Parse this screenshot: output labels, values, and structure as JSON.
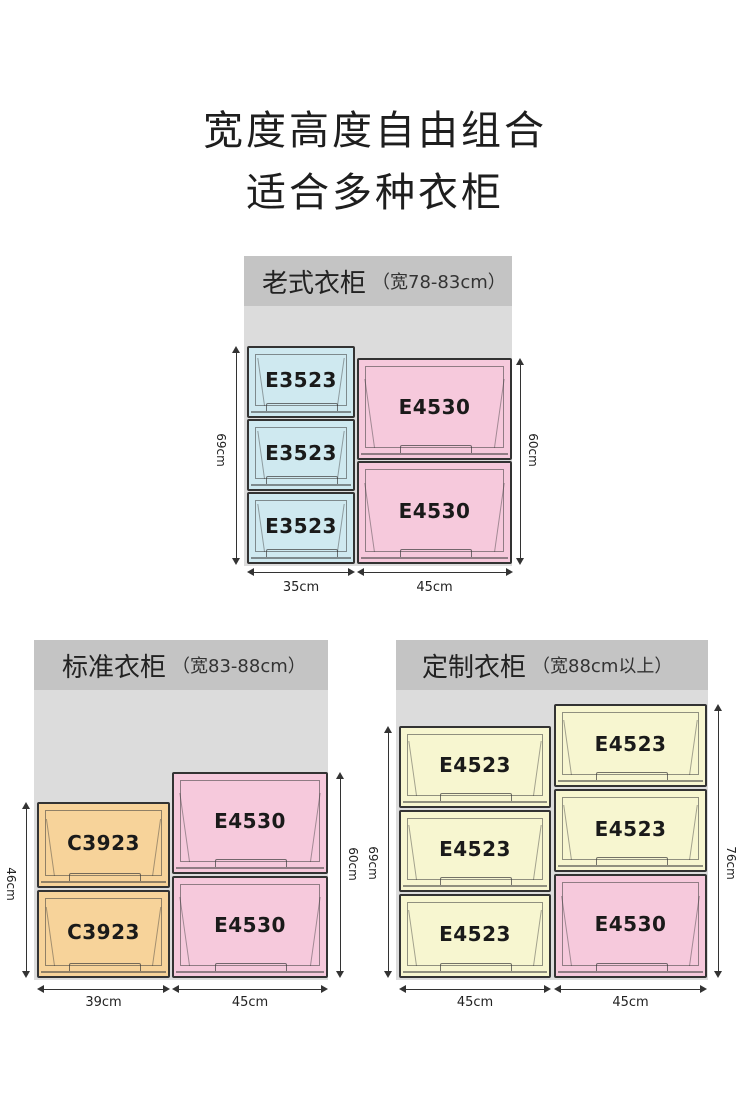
{
  "header": {
    "line1": "宽度高度自由组合",
    "line2": "适合多种衣柜"
  },
  "colors": {
    "blue": "#cfe9f0",
    "pink": "#f6c9dc",
    "orange": "#f7d39a",
    "yellow": "#f7f6d0",
    "panel_bg": "#dcdcdc",
    "panel_head": "#c4c4c4"
  },
  "panels": [
    {
      "name": "老式衣柜",
      "sub": "（宽78-83cm）",
      "left_drawers": [
        "E3523",
        "E3523",
        "E3523"
      ],
      "right_drawers": [
        "E4530",
        "E4530"
      ],
      "left_height": "69cm",
      "right_height": "60cm",
      "left_width": "35cm",
      "right_width": "45cm"
    },
    {
      "name": "标准衣柜",
      "sub": "（宽83-88cm）",
      "left_drawers": [
        "C3923",
        "C3923"
      ],
      "right_drawers": [
        "E4530",
        "E4530"
      ],
      "left_height": "46cm",
      "right_height": "60cm",
      "left_width": "39cm",
      "right_width": "45cm"
    },
    {
      "name": "定制衣柜",
      "sub": "（宽88cm以上）",
      "left_drawers": [
        "E4523",
        "E4523",
        "E4523"
      ],
      "right_drawers": [
        "E4523",
        "E4523",
        "E4530"
      ],
      "left_height": "69cm",
      "right_height": "76cm",
      "left_width": "45cm",
      "right_width": "45cm"
    }
  ]
}
